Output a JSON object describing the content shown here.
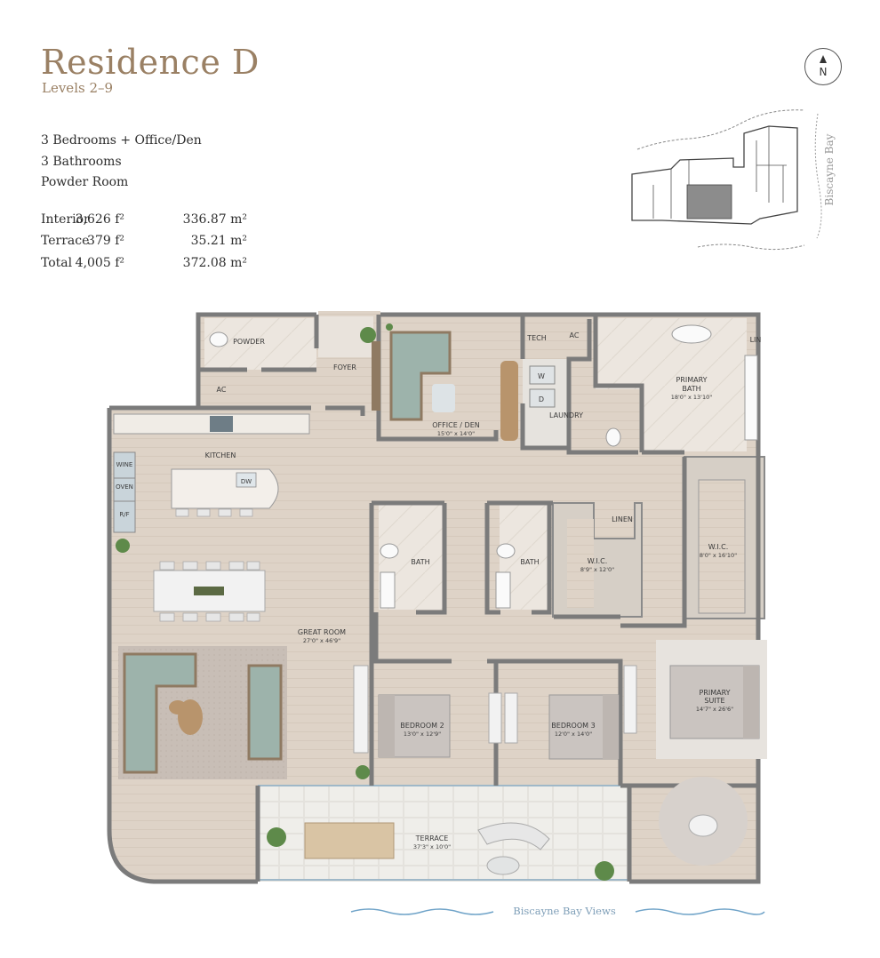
{
  "header": {
    "title": "Residence D",
    "subtitle": "Levels 2–9"
  },
  "features": [
    "3 Bedrooms + Office/Den",
    "3 Bathrooms",
    "Powder Room"
  ],
  "areas": [
    {
      "label": "Interior",
      "sqft": "3,626 f²",
      "sqm": "336.87 m²"
    },
    {
      "label": "Terrace",
      "sqft": "379 f²",
      "sqm": "35.21 m²"
    },
    {
      "label": "Total",
      "sqft": "4,005 f²",
      "sqm": "372.08 m²"
    }
  ],
  "compass": {
    "letter": "N"
  },
  "keyplan": {
    "water_label": "Biscayne Bay"
  },
  "footer": {
    "views_label": "Biscayne Bay Views"
  },
  "colors": {
    "accent": "#9a8064",
    "floor": "#ded3c7",
    "tile": "#ebe6e0",
    "wall": "#7b7b7b",
    "sofa": "#9db3ab",
    "wood": "#b8946c",
    "water": "#6fa3c8"
  },
  "rooms": {
    "powder": {
      "name": "POWDER"
    },
    "foyer": {
      "name": "FOYER"
    },
    "ac1": {
      "name": "AC"
    },
    "tech": {
      "name": "TECH"
    },
    "ac2": {
      "name": "AC"
    },
    "lin": {
      "name": "LIN"
    },
    "primary_bath": {
      "name": "PRIMARY",
      "name2": "BATH",
      "dims": "18'0\" x 13'10\""
    },
    "office": {
      "name": "OFFICE / DEN",
      "dims": "15'0\" x 14'0\""
    },
    "laundry": {
      "name": "LAUNDRY"
    },
    "washer": {
      "name": "W"
    },
    "dryer": {
      "name": "D"
    },
    "kitchen": {
      "name": "KITCHEN"
    },
    "wine": {
      "name": "WINE"
    },
    "oven": {
      "name": "OVEN"
    },
    "rf": {
      "name": "R/F"
    },
    "dw": {
      "name": "DW"
    },
    "bath2": {
      "name": "BATH"
    },
    "bath3": {
      "name": "BATH"
    },
    "linen": {
      "name": "LINEN"
    },
    "wic1": {
      "name": "W.I.C.",
      "dims": "8'9\" x 12'0\""
    },
    "wic2": {
      "name": "W.I.C.",
      "dims": "8'0\" x 16'10\""
    },
    "great_room": {
      "name": "GREAT ROOM",
      "dims": "27'0\" x 46'9\""
    },
    "bedroom2": {
      "name": "BEDROOM 2",
      "dims": "13'0\" x 12'9\""
    },
    "bedroom3": {
      "name": "BEDROOM 3",
      "dims": "12'0\" x 14'0\""
    },
    "primary_suite": {
      "name": "PRIMARY",
      "name2": "SUITE",
      "dims": "14'7\" x 26'6\""
    },
    "terrace": {
      "name": "TERRACE",
      "dims": "37'3\" x 10'0\""
    }
  }
}
